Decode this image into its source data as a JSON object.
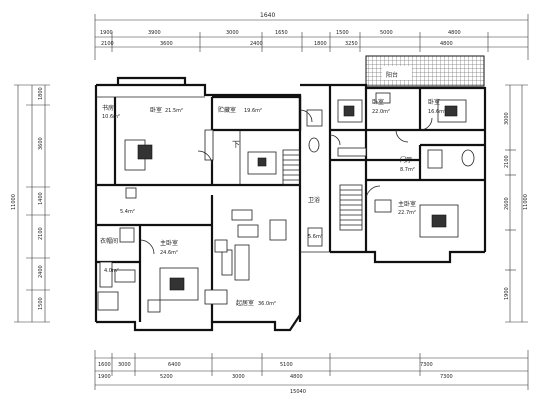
{
  "dimensions": {
    "top_overall": "1640",
    "top_row1": [
      "1900",
      "3900",
      "3000",
      "1650",
      "1500",
      "5000",
      "4800"
    ],
    "top_row2": [
      "2100",
      "3600",
      "2400",
      "1800",
      "3250",
      "4800"
    ],
    "bottom_row1": [
      "1600",
      "3000",
      "6400",
      "5100",
      "7300"
    ],
    "bottom_row2": [
      "1900",
      "5200",
      "3000",
      "4800",
      "7300"
    ],
    "bottom_overall": "15040",
    "left_side": [
      "1800",
      "3600",
      "1400",
      "2100",
      "2400",
      "1500"
    ],
    "left_overall": "11000",
    "right_side": [
      "3000",
      "2100",
      "2600",
      "1900"
    ],
    "right_overall": "11000"
  },
  "rooms": {
    "study_label": "书房",
    "study_area": "10.6m²",
    "bedroom3_label": "卧室",
    "bedroom3_area": "21.5m²",
    "storage_label": "贮藏室",
    "storage_area": "19.6m²",
    "balcony_label": "阳台",
    "bedroom_label": "卧室",
    "bedroom_area": "22.0m²",
    "bedroom2_label": "卧室",
    "bedroom2_area": "16.6m²",
    "corridor_label": "门厅",
    "corridor_area": "8.7m²",
    "master_label": "主卧室",
    "master_area": "22.7m²",
    "stair_label": "下",
    "bath_area": "5.4m²",
    "bath2_label": "卫浴",
    "bath2_area": "5.6m²",
    "cloak_label": "衣帽间",
    "cloak_area": "4.0m²",
    "bedroom4_label": "主卧室",
    "bedroom4_area": "24.6m²",
    "living_label": "起居室",
    "living_area": "36.0m²"
  }
}
